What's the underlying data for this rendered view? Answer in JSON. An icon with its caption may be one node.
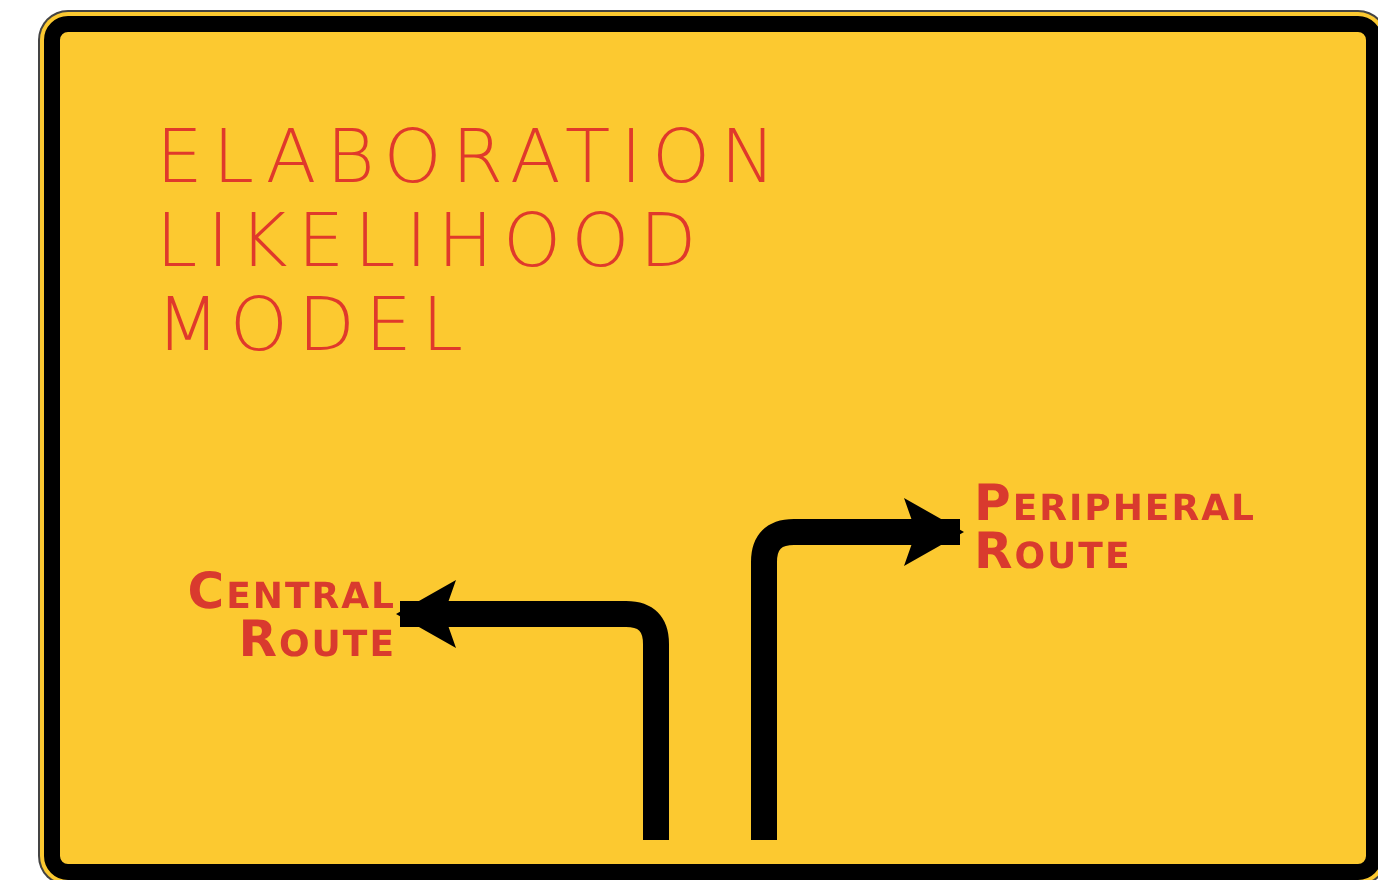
{
  "diagram": {
    "title": "ELABORATION LIKELIHOOD MODEL",
    "nodes": [
      {
        "text": [
          "Central Route"
        ]
      },
      {
        "text": [
          "Peripheral Route"
        ]
      }
    ],
    "edges": [
      {
        "from": null,
        "to": 0,
        "arrow": "to"
      },
      {
        "from": null,
        "to": 1,
        "arrow": "to"
      }
    ]
  }
}
